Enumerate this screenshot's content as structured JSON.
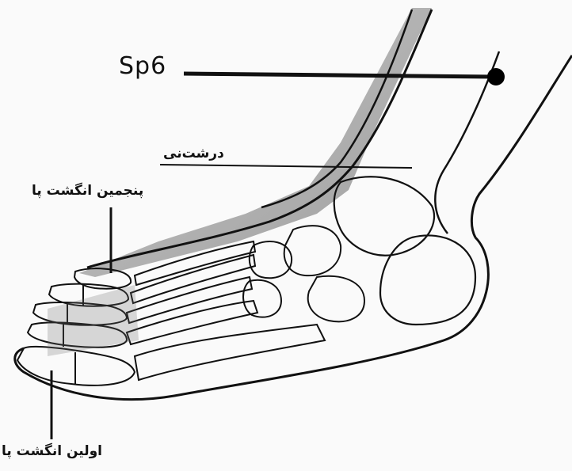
{
  "diagram": {
    "labels": {
      "sp6": "Sp6",
      "tendon": "درشت‌نی",
      "fifth_toe": "پنجمین انگشت پا",
      "first_toe": "اولین انگشت پا"
    },
    "colors": {
      "ink": "#111111",
      "paper": "#fafafa",
      "shade": "#6b6b6b",
      "point": "#000000"
    }
  }
}
